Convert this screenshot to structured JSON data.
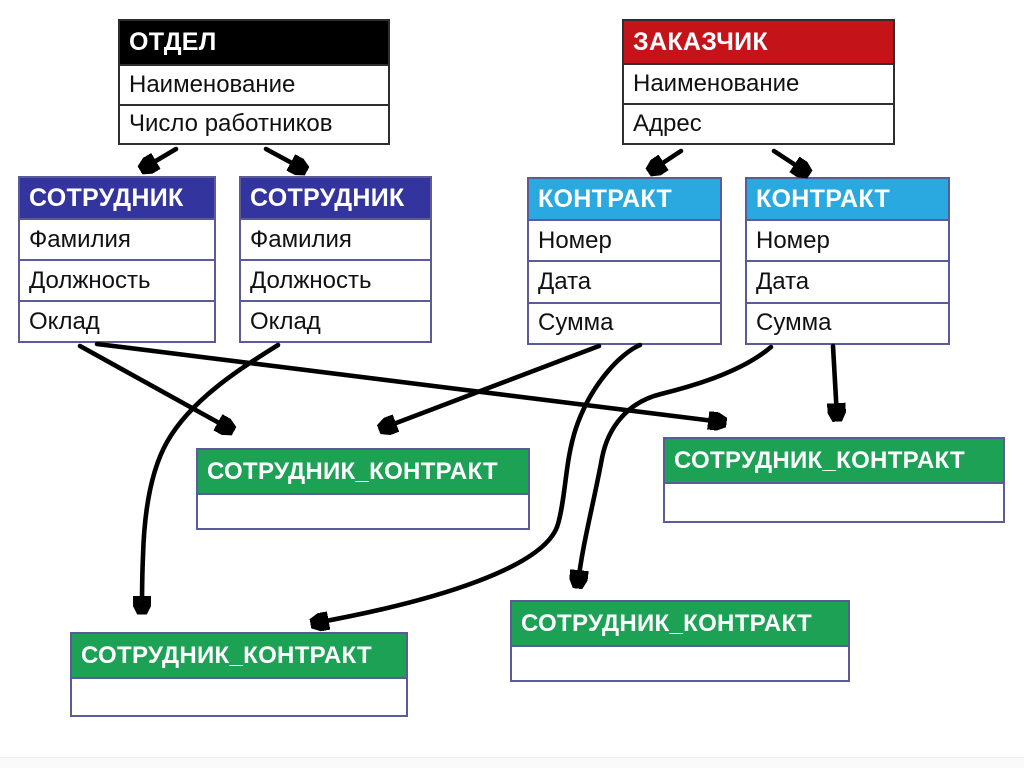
{
  "diagram": {
    "kind": "entity-relationship-diagram",
    "arrow_color": "#000000",
    "entities": [
      {
        "id": "otdel",
        "title": "ОТДЕЛ",
        "rows": [
          "Наименование",
          "Число работников"
        ],
        "header_color": "#000000"
      },
      {
        "id": "zakazchik",
        "title": "ЗАКАЗЧИК",
        "rows": [
          "Наименование",
          "Адрес"
        ],
        "header_color": "#c41419"
      },
      {
        "id": "sotrudnik-1",
        "title": "СОТРУДНИК",
        "rows": [
          "Фамилия",
          "Должность",
          "Оклад"
        ],
        "header_color": "#34349e"
      },
      {
        "id": "sotrudnik-2",
        "title": "СОТРУДНИК",
        "rows": [
          "Фамилия",
          "Должность",
          "Оклад"
        ],
        "header_color": "#34349e"
      },
      {
        "id": "kontrakt-1",
        "title": "КОНТРАКТ",
        "rows": [
          "Номер",
          "Дата",
          "Сумма"
        ],
        "header_color": "#2aa9e1"
      },
      {
        "id": "kontrakt-2",
        "title": "КОНТРАКТ",
        "rows": [
          "Номер",
          "Дата",
          "Сумма"
        ],
        "header_color": "#2aa9e1"
      },
      {
        "id": "sotrudnik-kontrakt-1",
        "title": "СОТРУДНИК_КОНТРАКТ",
        "rows": [],
        "header_color": "#1da155"
      },
      {
        "id": "sotrudnik-kontrakt-2",
        "title": "СОТРУДНИК_КОНТРАКТ",
        "rows": [],
        "header_color": "#1da155"
      },
      {
        "id": "sotrudnik-kontrakt-3",
        "title": "СОТРУДНИК_КОНТРАКТ",
        "rows": [],
        "header_color": "#1da155"
      },
      {
        "id": "sotrudnik-kontrakt-4",
        "title": "СОТРУДНИК_КОНТРАКТ",
        "rows": [],
        "header_color": "#1da155"
      }
    ],
    "connections": [
      {
        "from": "otdel",
        "to": "sotrudnik-1"
      },
      {
        "from": "otdel",
        "to": "sotrudnik-2"
      },
      {
        "from": "zakazchik",
        "to": "kontrakt-1"
      },
      {
        "from": "zakazchik",
        "to": "kontrakt-2"
      },
      {
        "from": "sotrudnik-1",
        "to": "sotrudnik-kontrakt-1"
      },
      {
        "from": "sotrudnik-1",
        "to": "sotrudnik-kontrakt-2"
      },
      {
        "from": "sotrudnik-2",
        "to": "sotrudnik-kontrakt-3"
      },
      {
        "from": "kontrakt-1",
        "to": "sotrudnik-kontrakt-1"
      },
      {
        "from": "kontrakt-1",
        "to": "sotrudnik-kontrakt-3"
      },
      {
        "from": "kontrakt-2",
        "to": "sotrudnik-kontrakt-4"
      },
      {
        "from": "kontrakt-2",
        "to": "sotrudnik-kontrakt-2"
      }
    ]
  }
}
